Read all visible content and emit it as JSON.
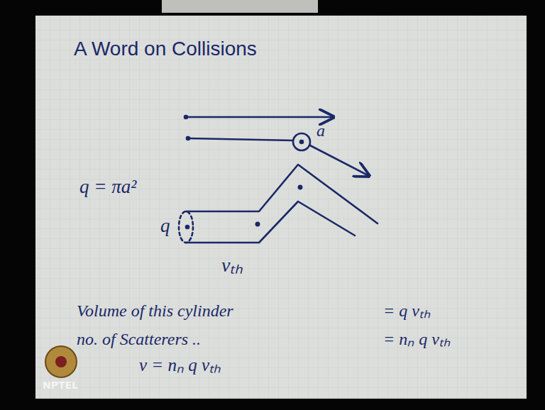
{
  "diagram": {
    "title": "A Word on Collisions",
    "labels": [
      "a",
      "q = πa²",
      "q",
      "vₜₕ",
      "Volume of this cylinder",
      "= q vₜₕ",
      "no. of Scatterers ..",
      "= nₙ q vₜₕ",
      "ν = nₙ q vₜₕ",
      "NPTEL"
    ]
  }
}
